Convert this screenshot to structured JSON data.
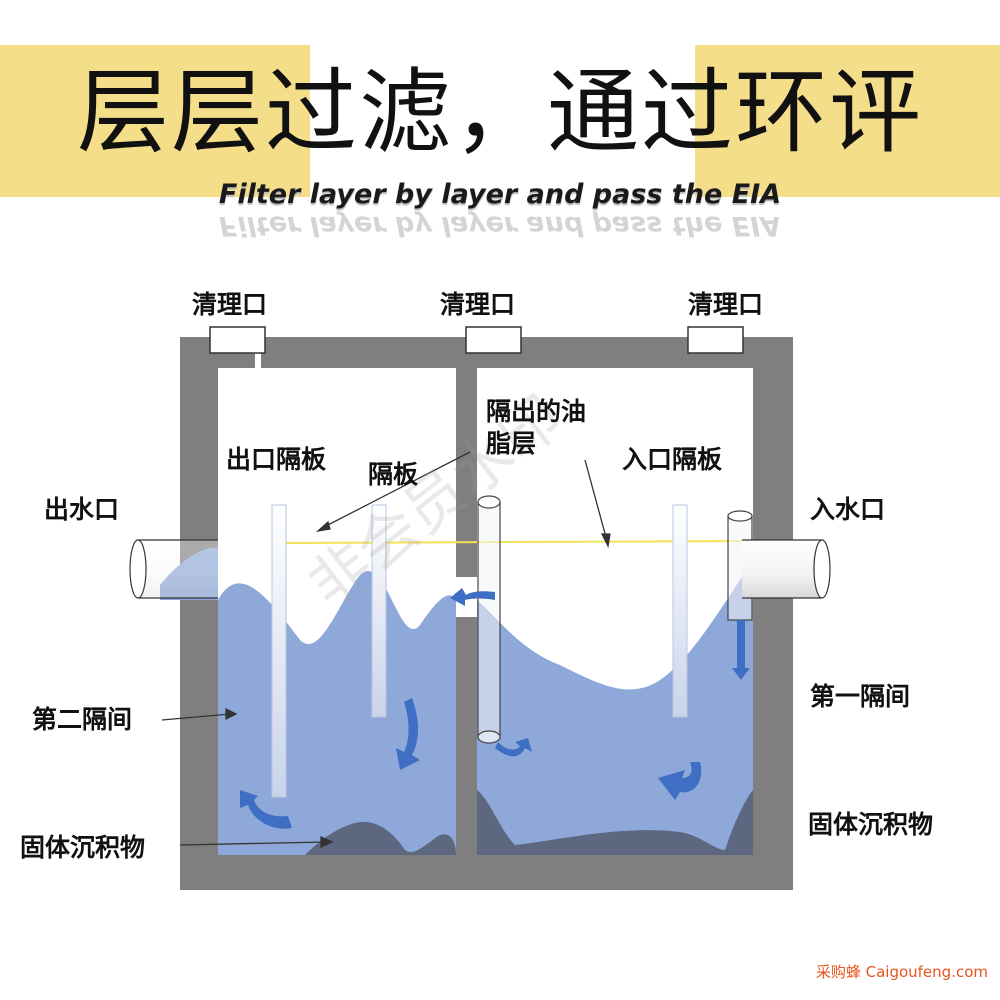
{
  "header": {
    "title": "层层过滤，通过环评",
    "subtitle": "Filter layer by layer and pass the EIA",
    "band_color": "#f5de8a"
  },
  "labels": {
    "cleanout_left": "清理口",
    "cleanout_middle": "清理口",
    "cleanout_right": "清理口",
    "outlet_baffle": "出口隔板",
    "baffle": "隔板",
    "separated_grease_line1": "隔出的油",
    "separated_grease_line2": "脂层",
    "inlet_baffle": "入口隔板",
    "outlet": "出水口",
    "inlet": "入水口",
    "second_compartment": "第二隔间",
    "first_compartment": "第一隔间",
    "solid_sediment_left": "固体沉积物",
    "solid_sediment_right": "固体沉积物"
  },
  "overlay": {
    "faint_watermark": "非会员水印",
    "site_watermark": "采购蜂 Caigoufeng.com"
  },
  "colors": {
    "tank_wall": "#7f7f7f",
    "water": "#8ea9d9",
    "water_dark": "#5b7fc6",
    "sediment": "#5d6780",
    "arrow": "#3f6fc4",
    "grease_line": "#f2e35a"
  }
}
